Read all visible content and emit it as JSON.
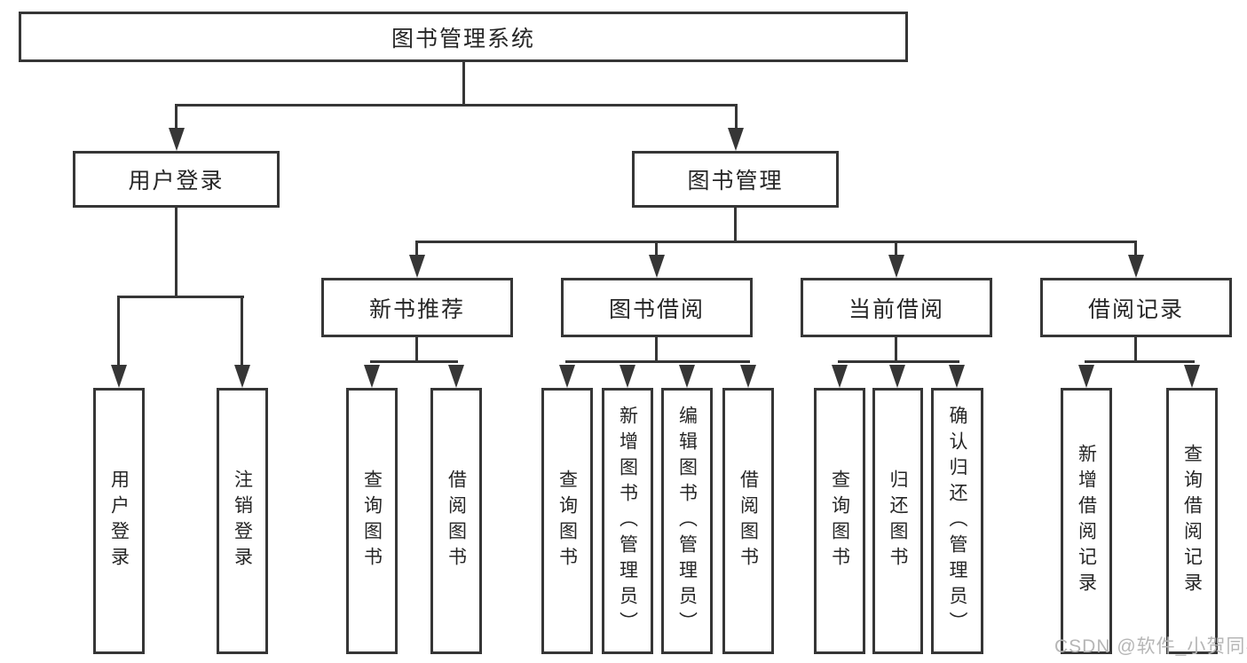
{
  "colors": {
    "line": "#363636",
    "text": "#262626",
    "watermark": "#b6b6b6",
    "background": "#ffffff"
  },
  "diagram": {
    "nodes": {
      "root": "图书管理系统",
      "user_login": "用户登录",
      "book_mgmt": "图书管理",
      "new_book_rec": "新书推荐",
      "book_borrow": "图书借阅",
      "current_borrow": "当前借阅",
      "borrow_records": "借阅记录",
      "leaf_user_login": "用户登录",
      "leaf_logout": "注销登录",
      "leaf_nb_query": "查询图书",
      "leaf_nb_borrow": "借阅图书",
      "leaf_bb_query": "查询图书",
      "leaf_bb_add": "新增图书（管理员）",
      "leaf_bb_edit": "编辑图书（管理员）",
      "leaf_bb_borrow": "借阅图书",
      "leaf_cb_query": "查询图书",
      "leaf_cb_return": "归还图书",
      "leaf_cb_confirm": "确认归还（管理员）",
      "leaf_br_add": "新增借阅记录",
      "leaf_br_query": "查询借阅记录"
    }
  },
  "watermark": {
    "text": "CSDN @软件_小贺同学"
  }
}
